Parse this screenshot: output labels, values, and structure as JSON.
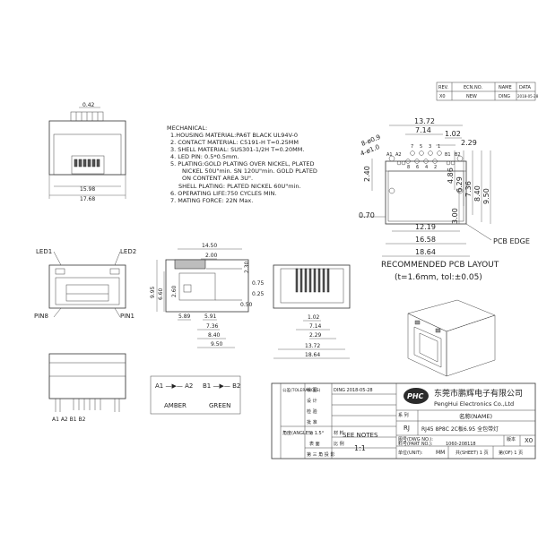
{
  "revision_table": {
    "headers": [
      "REV.",
      "ECN.NO.",
      "NAME",
      "DATA"
    ],
    "row": [
      "X0",
      "NEW",
      "DING",
      "2018-05-28"
    ]
  },
  "mechanical": {
    "title": "MECHANICAL:",
    "lines": [
      "1.HOUSING MATERIAL:PA6T BLACK UL94V-0",
      "2. CONTACT MATERIAL: C5191-H T=0.25MM",
      "3. SHELL MATERIAL: SUS301-1/2H T=0.20MM.",
      "4. LED PIN: 0.5*0.5mm.",
      "5. PLATING:GOLD PLATING OVER NICKEL, PLATED",
      "NICKEL 50U\"min. SN 120U\"min. GOLD PLATED",
      "ON CONTENT AREA 3U\".",
      "SHELL PLATING: PLATED NICKEL 60U\"min.",
      "6. OPERATING LIFE:750 CYCLES MIN.",
      "7. MATING FORCE: 22N Max."
    ]
  },
  "dims": {
    "front_top_pitch": "0.42",
    "front_inner_width": "15.98",
    "front_outer_width": "17.68",
    "side_total": "14.50",
    "side_2_00": "2.00",
    "side_2_30": "2.30",
    "side_9_95": "9.95",
    "side_6_60": "6.60",
    "side_2_60": "2.60",
    "side_0_75": "0.75",
    "side_0_25": "0.25",
    "side_0_50": "0.50",
    "side_5_89": "5.89",
    "side_5_91": "5.91",
    "bottom_1_02": "1.02",
    "bottom_7_14": "7.14",
    "bottom_2_29": "2.29",
    "bottom_13_72": "13.72",
    "side_7_36": "7.36",
    "side_8_40": "8.40",
    "side_9_50": "9.50",
    "overall_18_64": "18.64",
    "pcb_13_72": "13.72",
    "pcb_7_14": "7.14",
    "pcb_1_02": "1.02",
    "pcb_2_29": "2.29",
    "pcb_hole_0_9": "8-ø0.9",
    "pcb_hole_1_0": "4-ø1.0",
    "pcb_4_86": "4.86",
    "pcb_6_29": "6.29",
    "pcb_7_36": "7.36",
    "pcb_8_40": "8.40",
    "pcb_9_50": "9.50",
    "pcb_2_40": "2.40",
    "pcb_0_70": "0.70",
    "pcb_3_00": "3.00",
    "pcb_12_19": "12.19",
    "pcb_16_58": "16.58",
    "pcb_18_64": "18.64"
  },
  "pcb_pin_top": [
    "7",
    "5",
    "3",
    "1"
  ],
  "pcb_pin_bottom": [
    "A1",
    "A2",
    "8",
    "6",
    "4",
    "2",
    "B1",
    "B2"
  ],
  "labels": {
    "led1": "LED1",
    "led2": "LED2",
    "pin8": "PIN8",
    "pin1": "PIN1",
    "pcb_edge": "PCB EDGE",
    "pcb_layout_title": "RECOMMENDED PCB LAYOUT",
    "pcb_layout_note": "(t=1.6mm, tol:±0.05)",
    "bottom_pins": "A1 A2    B1 B2"
  },
  "led_box": {
    "a_circuit": "A1 —▶— A2",
    "b_circuit": "B1 —▶— B2",
    "amber": "AMBER",
    "green": "GREEN"
  },
  "title_block": {
    "company_cn": "东莞市鹏辉电子有限公司",
    "company_en": "PengHui Electronics Co.,Ltd",
    "logo": "PHC",
    "draw_label": "绘  图",
    "draw_value": "DING 2018-05-28",
    "tol_label": "公差(TOLERANCES)",
    "design_label": "设  计",
    "check_label": "检  验",
    "approve_label": "批  准",
    "angle_label": "角度(ANGLES)",
    "angle_value": "± 1.5°",
    "material_label": "材  料",
    "surface_label": "表  面",
    "see_notes": "SEE NOTES",
    "scale_label": "比  例",
    "scale_value": "1:1",
    "projection": "第 三 角 投 影",
    "series_label": "系  列",
    "series_value": "RJ",
    "name_label": "名称(NAME)",
    "name_value": "RJ45 8P8C 2C板6.95 全包带灯",
    "dwg_label": "图号(DWG NO.):",
    "part_label": "料号(PART NO.):",
    "part_value": "1060-208118",
    "rev_label": "版本",
    "rev_value": "X0",
    "unit_label": "单位(UNIT):",
    "unit_value": "MM",
    "sheet_label": "共(SHEET) 1 页",
    "of_label": "第(OF) 1 页"
  }
}
